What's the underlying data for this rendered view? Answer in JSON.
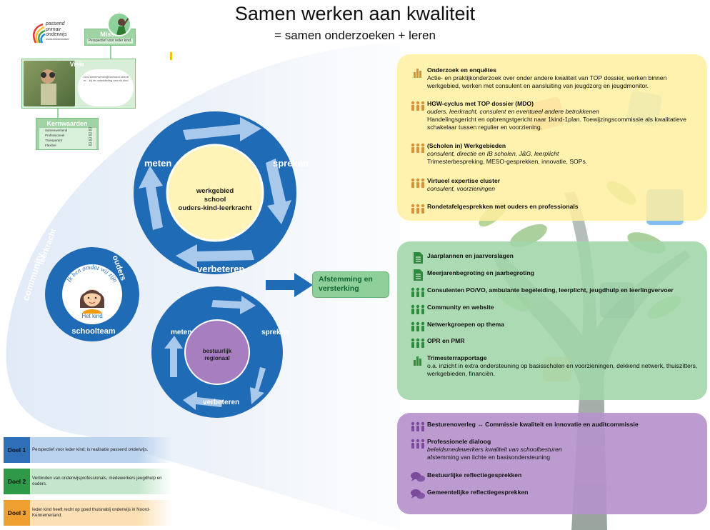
{
  "title": "Samen werken aan kwaliteit",
  "subtitle": "= samen onderzoeken + leren",
  "logo": {
    "line1": "passend",
    "line2": "primair",
    "line3": "onderwijs",
    "small": "noord-kennemerland"
  },
  "mini_panel": {
    "missie": "Missie",
    "missie_text": "Perspectief voor ieder kind.",
    "visie": "Visie",
    "visie_text": "Ons samenwerkingsverband streeft er... bij de ontwikkeling van elk kind.",
    "kernwaarden": "Kernwaarden",
    "kernwaarden_items": [
      "Samenwerkend",
      "Professioneel",
      "Transparant",
      "Flexibel"
    ]
  },
  "community_label": "community",
  "kid_circle": {
    "leerkracht": "leerkracht",
    "ouders": "ouders",
    "schoolteam": "schoolteam",
    "arc_text": "Ik ben omdat wij zijn",
    "kind": "Het kind"
  },
  "upper_cycle": {
    "meten": "meten",
    "spreken": "spreken",
    "verbeteren": "verbeteren",
    "center": [
      "werkgebied",
      "school",
      "ouders-kind-leerkracht"
    ]
  },
  "lower_cycle": {
    "meten": "meten",
    "spreken": "spreken",
    "verbeteren": "verbeteren",
    "center": [
      "bestuurlijk",
      "regionaal"
    ]
  },
  "afstemming": "Afstemming en versterking",
  "yellow_items": [
    {
      "icon": "bar-chart-icon",
      "title": "Onderzoek en enquêtes",
      "italic": "",
      "desc": "Actie- en praktijkonderzoek over onder andere kwaliteit van TOP dossier, werken binnen werkgebied, werken met consulent en aansluiting van jeugdzorg en jeugdmonitor."
    },
    {
      "icon": "people-group-icon",
      "title": "HGW-cyclus met TOP dossier (MDO)",
      "italic": "ouders, leerkracht, consulent en eventueel andere betrokkenen",
      "desc": "Handelingsgericht en opbrengstgericht naar 1kind-1plan. Toewijzingscommissie als kwalitatieve schakelaar tussen regulier en voorziening."
    },
    {
      "icon": "people-group-icon",
      "title": "(Scholen in) Werkgebieden",
      "italic": "consulent, directie en IB scholen, J&G, leerplicht",
      "desc": "Trimesterbespreking, MESO-gesprekken, innovatie, SOPs."
    },
    {
      "icon": "people-group-icon",
      "title": "Virtueel expertise cluster",
      "italic": "consulent, voorzieningen",
      "desc": ""
    },
    {
      "icon": "people-group-icon",
      "title": "Rondetafelgesprekken met ouders en professionals",
      "italic": "",
      "desc": ""
    }
  ],
  "green_items": [
    {
      "icon": "document-icon",
      "title": "Jaarplannen en jaarverslagen",
      "desc": ""
    },
    {
      "icon": "document-icon",
      "title": "Meerjarenbegroting en jaarbegroting",
      "desc": ""
    },
    {
      "icon": "people-group-icon",
      "title": "Consulenten PO/VO, ambulante begeleiding, leerplicht, jeugdhulp en leerlingvervoer",
      "desc": ""
    },
    {
      "icon": "people-group-icon",
      "title": "Community en website",
      "desc": ""
    },
    {
      "icon": "people-group-icon",
      "title": "Netwerkgroepen op thema",
      "desc": ""
    },
    {
      "icon": "people-group-icon",
      "title": "OPR en PMR",
      "desc": ""
    },
    {
      "icon": "bar-chart-icon",
      "title": "Trimesterrapportage",
      "desc": "o.a. inzicht in extra ondersteuning op basisscholen en voorzieningen, dekkend netwerk, thuiszitters, werkgebieden, financiën."
    }
  ],
  "purple_items": [
    {
      "icon": "people-group-icon",
      "title": "Besturenoverleg ↔ Commissie kwaliteit en innovatie en auditcommissie",
      "italic": "",
      "desc": ""
    },
    {
      "icon": "people-group-icon",
      "title": "Professionele dialoog",
      "italic": "beleidsmedewerkers kwaliteit van schoolbesturen",
      "desc": "afstemming van lichte en basisondersteuning"
    },
    {
      "icon": "speech-bubbles-icon",
      "title": "Bestuurlijke reflectiegesprekken",
      "italic": "",
      "desc": ""
    },
    {
      "icon": "speech-bubbles-icon",
      "title": "Gemeentelijke reflectiegesprekken",
      "italic": "",
      "desc": ""
    }
  ],
  "goals": [
    {
      "label": "Doel 1",
      "text": "Perspectief voor ieder kind; is realisatie passend onderwijs.",
      "color": "#2e6fb8",
      "fade": "#bcd3ee"
    },
    {
      "label": "Doel 2",
      "text": "Verbinden van onderwijsprofessionals, medewerkers jeugdhulp en ouders.",
      "color": "#2e9a47",
      "fade": "#c6e6cc"
    },
    {
      "label": "Doel 3",
      "text": "Ieder kind heeft recht op goed thuisnabij onderwijs in Noord-Kennemerland.",
      "color": "#f0a030",
      "fade": "#fbe0b5"
    }
  ],
  "colors": {
    "blue": "#1f6bb5",
    "yellow_center": "#fff3b8",
    "purple_center": "#a77fc0",
    "arrow_light": "#a9c9ec"
  }
}
